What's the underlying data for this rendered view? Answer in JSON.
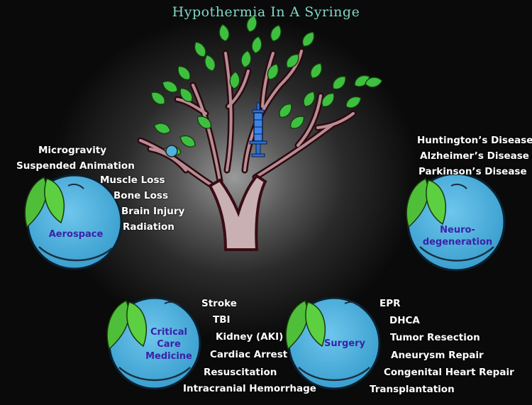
{
  "title": "Hypothermia In A Syringe",
  "colors": {
    "title": "#7fd8c6",
    "leaf": "#3fbf3f",
    "fruit": "#4fb3dc",
    "fruit_label": "#3a22a8",
    "trunk": "#c9b0b3",
    "syringe": "#2d6fd1"
  },
  "fruits": {
    "aerospace": {
      "name": [
        "Aerospace"
      ],
      "items": [
        "Microgravity",
        "Suspended Animation",
        "Muscle Loss",
        "Bone Loss",
        "Brain Injury",
        "Radiation"
      ]
    },
    "neuro": {
      "name": [
        "Neuro-",
        "degeneration"
      ],
      "items": [
        "Huntington’s Disease",
        "Alzheimer’s Disease",
        "Parkinson’s Disease"
      ]
    },
    "critical": {
      "name": [
        "Critical",
        "Care",
        "Medicine"
      ],
      "items": [
        "Stroke",
        "TBI",
        "Kidney (AKI)",
        "Cardiac Arrest",
        "Resuscitation",
        "Intracranial Hemorrhage"
      ]
    },
    "surgery": {
      "name": [
        "Surgery"
      ],
      "items": [
        "EPR",
        "DHCA",
        "Tumor Resection",
        "Aneurysm Repair",
        "Congenital Heart Repair",
        "Transplantation"
      ]
    }
  }
}
